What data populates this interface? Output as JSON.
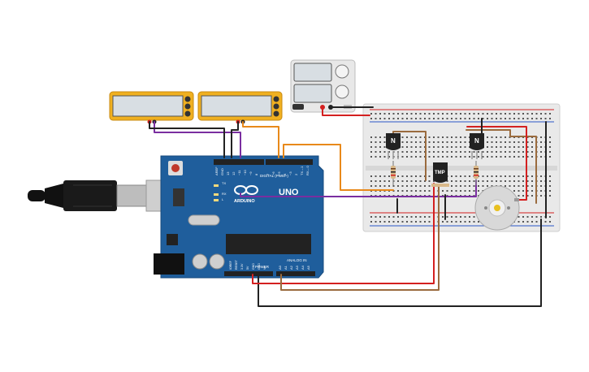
{
  "arduino": {
    "brand_uno": "UNO",
    "brand_arduino": "ARDUINO",
    "digital_header_label": "DIGITAL (PWM~)",
    "power_label": "POWER",
    "analog_label": "ANALOG IN",
    "aref_label": "AREF",
    "gnd_label": "GND",
    "pin13": "13",
    "pin12": "12",
    "pin11": "~11",
    "pin10": "~10",
    "pin9": "~9",
    "pin8": "8",
    "pin7": "7",
    "pin6": "~6",
    "pin5": "~5",
    "pin4": "4",
    "pin3": "~3",
    "pin2": "2",
    "pin1": "TX→1",
    "pin0": "RX←0",
    "led_tx": "TX",
    "led_rx": "RX",
    "led_l": "L",
    "power_pins": [
      "IOREF",
      "RESET",
      "3.3V",
      "5V",
      "GND",
      "GND",
      "Vin"
    ],
    "analog_pins": [
      "A0",
      "A1",
      "A2",
      "A3",
      "A4",
      "A5"
    ]
  },
  "components": {
    "transistor_left_label": "N",
    "transistor_right_label": "N",
    "temp_sensor_label": "TMP"
  },
  "colors": {
    "board": "#1f5e9c",
    "wire_orange": "#e8891a",
    "wire_purple": "#7a2ea0",
    "wire_red": "#d42020",
    "wire_black": "#222222",
    "wire_brown": "#9a6b3e",
    "meter_frame": "#f0b020",
    "breadboard": "#e9e9e9"
  },
  "icons": [
    "usb-cable-icon",
    "power-jack-icon",
    "dc-motor-icon",
    "power-supply-icon"
  ]
}
